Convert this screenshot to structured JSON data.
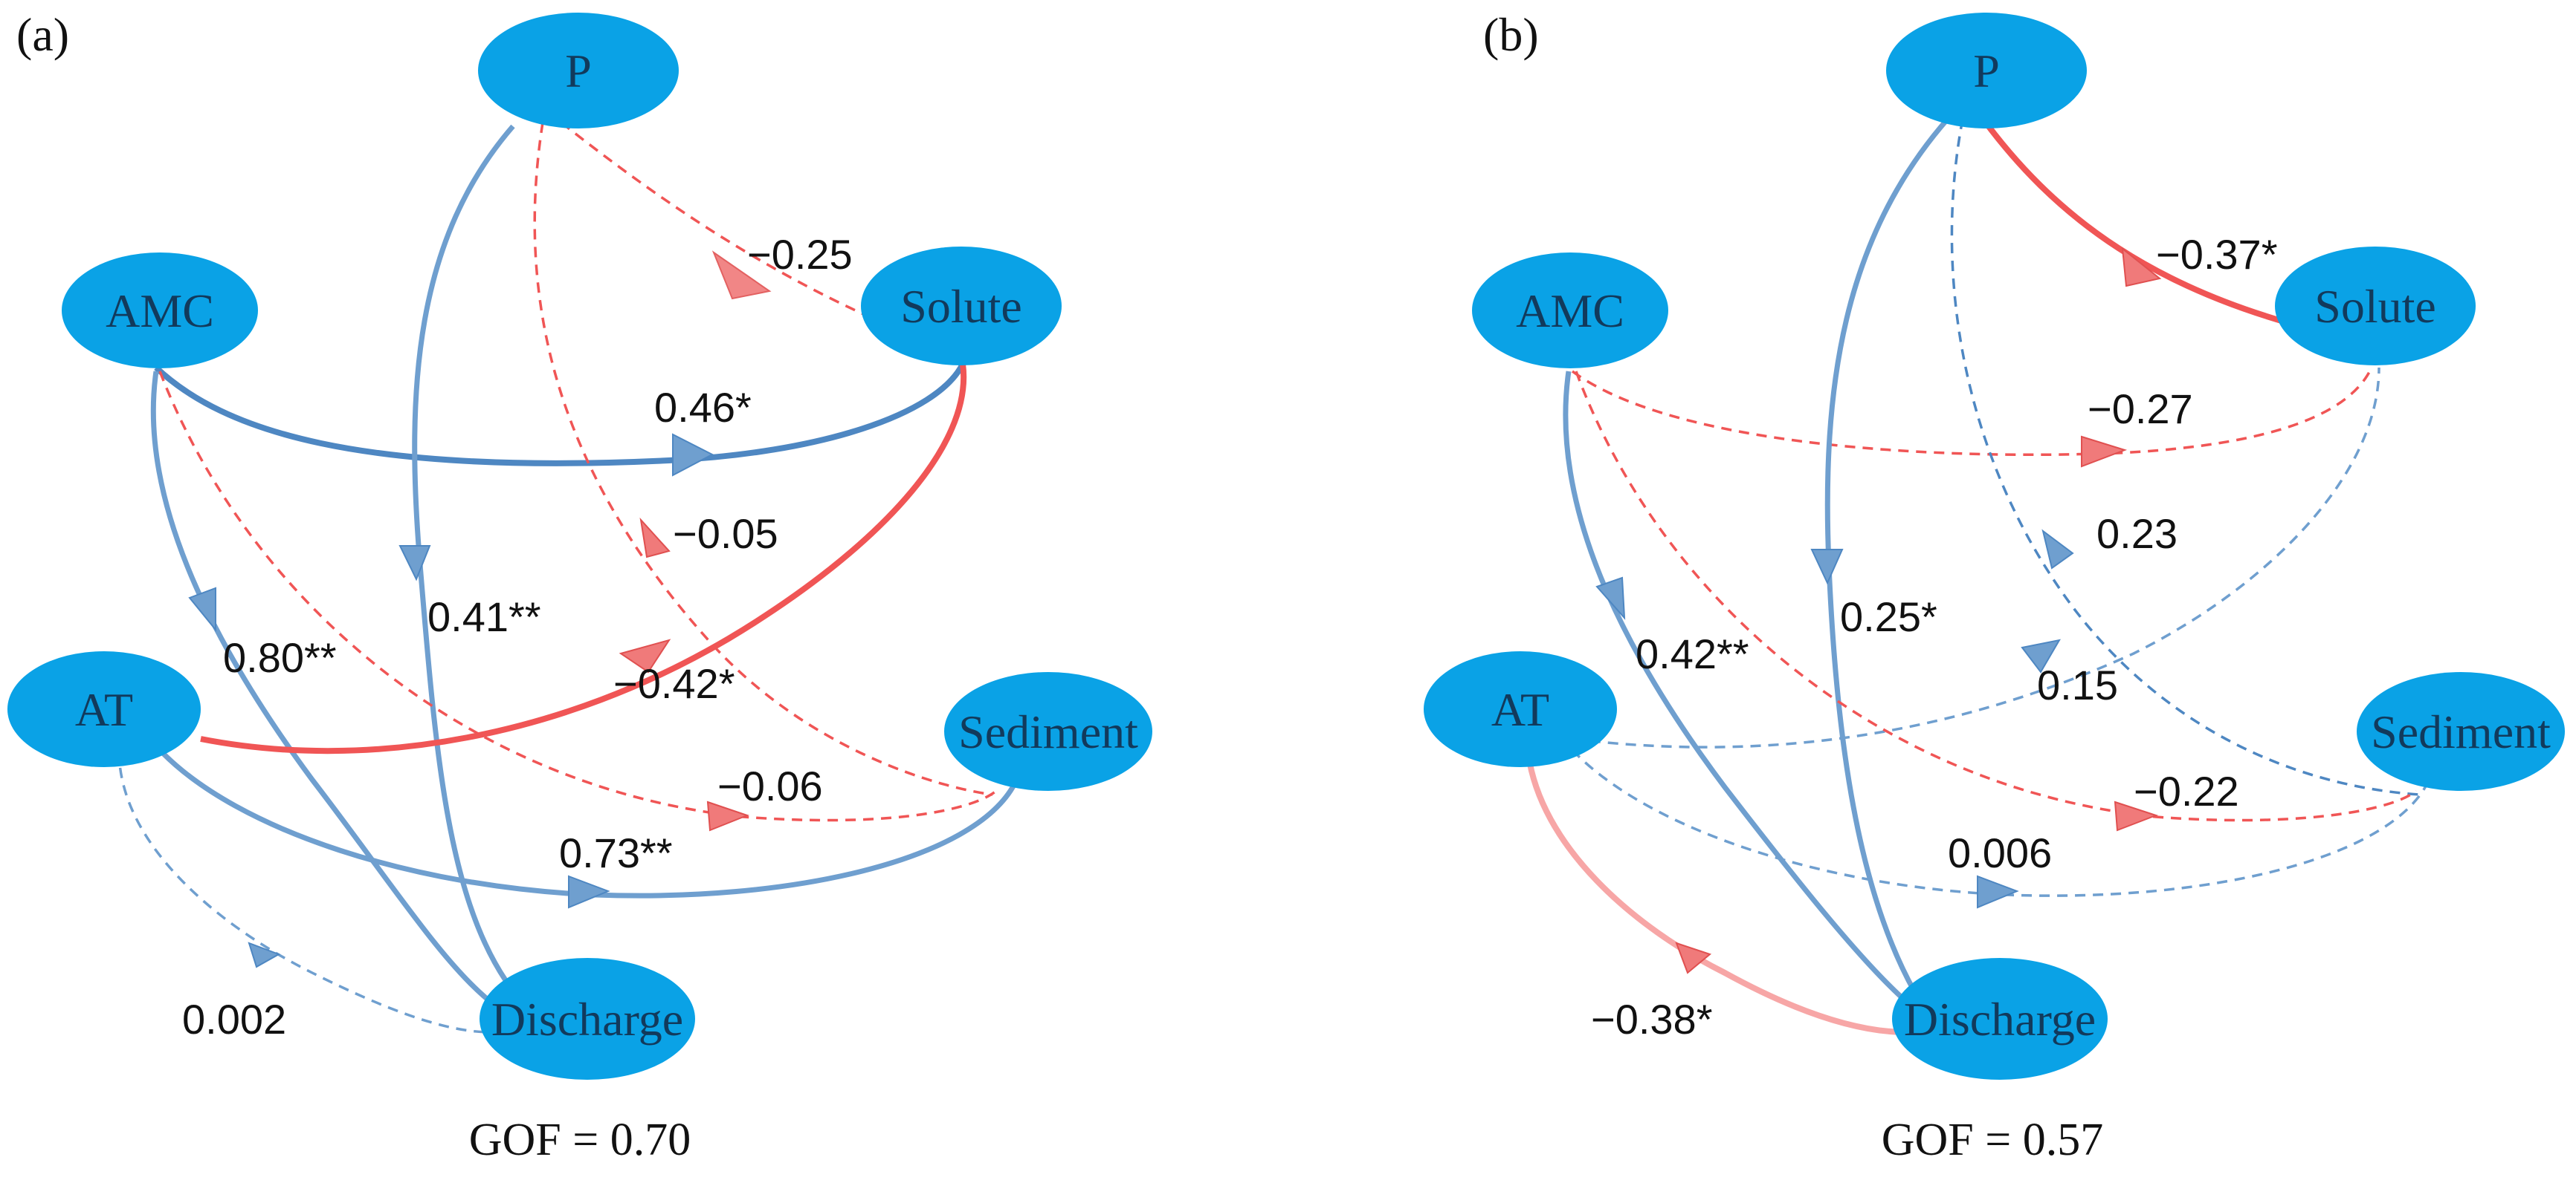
{
  "colors": {
    "node_fill": "#0aa2e6",
    "positive": "#6f9fcf",
    "positive_strong": "#4e87c2",
    "negative": "#f05555",
    "negative_light": "#f7a6a6",
    "text": "#111111"
  },
  "panels": [
    {
      "label": "(a)",
      "gof": "GOF = 0.70",
      "nodes": [
        {
          "id": "P",
          "label": "P"
        },
        {
          "id": "AMC",
          "label": "AMC"
        },
        {
          "id": "Solute",
          "label": "Solute"
        },
        {
          "id": "AT",
          "label": "AT"
        },
        {
          "id": "Sediment",
          "label": "Sediment"
        },
        {
          "id": "Discharge",
          "label": "Discharge"
        }
      ],
      "edges": [
        {
          "from": "P",
          "to": "Solute",
          "coef": "−0.25",
          "sign": "negative",
          "style": "dashed"
        },
        {
          "from": "AMC",
          "to": "Solute",
          "coef": "0.46*",
          "sign": "positive",
          "style": "solid"
        },
        {
          "from": "P",
          "to": "Sediment",
          "coef": "−0.05",
          "sign": "negative",
          "style": "dashed"
        },
        {
          "from": "P",
          "to": "Discharge",
          "coef": "0.41**",
          "sign": "positive",
          "style": "solid"
        },
        {
          "from": "AMC",
          "to": "Discharge",
          "coef": "0.80**",
          "sign": "positive",
          "style": "solid"
        },
        {
          "from": "AT",
          "to": "Solute",
          "coef": "−0.42*",
          "sign": "negative",
          "style": "solid"
        },
        {
          "from": "AMC",
          "to": "Sediment",
          "coef": "−0.06",
          "sign": "negative",
          "style": "dashed"
        },
        {
          "from": "AT",
          "to": "Sediment",
          "coef": "0.73**",
          "sign": "positive",
          "style": "solid"
        },
        {
          "from": "AT",
          "to": "Discharge",
          "coef": "0.002",
          "sign": "positive",
          "style": "dashed"
        }
      ]
    },
    {
      "label": "(b)",
      "gof": "GOF = 0.57",
      "nodes": [
        {
          "id": "P",
          "label": "P"
        },
        {
          "id": "AMC",
          "label": "AMC"
        },
        {
          "id": "Solute",
          "label": "Solute"
        },
        {
          "id": "AT",
          "label": "AT"
        },
        {
          "id": "Sediment",
          "label": "Sediment"
        },
        {
          "id": "Discharge",
          "label": "Discharge"
        }
      ],
      "edges": [
        {
          "from": "P",
          "to": "Solute",
          "coef": "−0.37*",
          "sign": "negative",
          "style": "solid"
        },
        {
          "from": "AMC",
          "to": "Solute",
          "coef": "−0.27",
          "sign": "negative",
          "style": "dashed"
        },
        {
          "from": "P",
          "to": "Sediment",
          "coef": "0.23",
          "sign": "positive",
          "style": "dashed"
        },
        {
          "from": "AMC",
          "to": "Discharge",
          "coef": "0.42**",
          "sign": "positive",
          "style": "solid"
        },
        {
          "from": "P",
          "to": "Discharge",
          "coef": "0.25*",
          "sign": "positive",
          "style": "solid"
        },
        {
          "from": "AT",
          "to": "Solute",
          "coef": "0.15",
          "sign": "positive",
          "style": "dashed"
        },
        {
          "from": "AMC",
          "to": "Sediment",
          "coef": "−0.22",
          "sign": "negative",
          "style": "dashed"
        },
        {
          "from": "AT",
          "to": "Sediment",
          "coef": "0.006",
          "sign": "positive",
          "style": "dashed"
        },
        {
          "from": "AT",
          "to": "Discharge",
          "coef": "−0.38*",
          "sign": "negative",
          "style": "solid"
        }
      ]
    }
  ]
}
